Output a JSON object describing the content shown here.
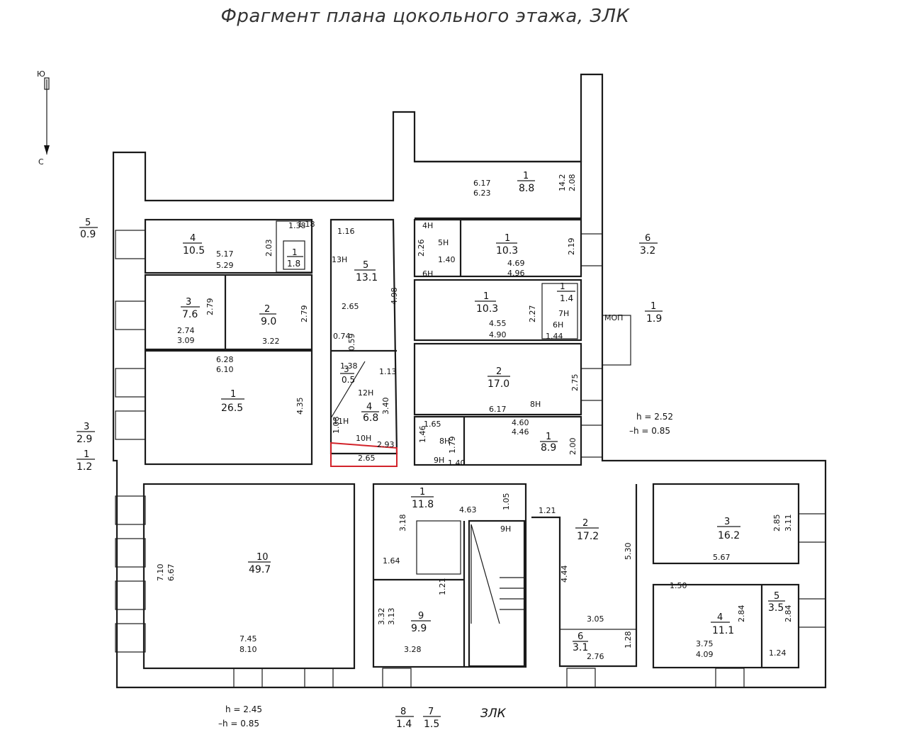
{
  "title": "Фрагмент плана  цокольного этажа, ЗЛК",
  "compass": {
    "top": "Ю",
    "bottom": "С"
  },
  "building_label": "ЗЛК",
  "heights": [
    {
      "h": "h = 2.52",
      "mh": "–h = 0.85"
    },
    {
      "h": "h = 2.45",
      "mh": "–h = 0.85"
    }
  ],
  "rooms": [
    {
      "num": "4",
      "area": "10.5"
    },
    {
      "num": "3",
      "area": "7.6"
    },
    {
      "num": "2",
      "area": "9.0"
    },
    {
      "num": "1",
      "area": "26.5"
    },
    {
      "num": "5",
      "area": "13.1"
    },
    {
      "num": "4",
      "area": "6.8"
    },
    {
      "num": "1",
      "area": "8.8"
    },
    {
      "num": "1",
      "area": "10.3"
    },
    {
      "num": "1",
      "area": "10.3"
    },
    {
      "num": "2",
      "area": "17.0"
    },
    {
      "num": "1",
      "area": "8.9"
    },
    {
      "num": "10",
      "area": "49.7"
    },
    {
      "num": "1",
      "area": "11.8"
    },
    {
      "num": "9",
      "area": "9.9"
    },
    {
      "num": "2",
      "area": "17.2"
    },
    {
      "num": "3",
      "area": "16.2"
    },
    {
      "num": "4",
      "area": "11.1"
    },
    {
      "num": "6",
      "area": "3.1"
    },
    {
      "num": "5",
      "area": "3.5"
    },
    {
      "num": "1",
      "area": "1.8"
    },
    {
      "num": "1",
      "area": "1.4"
    },
    {
      "num": "3",
      "area": "0.5"
    },
    {
      "num": "5",
      "area": "0.9"
    },
    {
      "num": "6",
      "area": "3.2"
    },
    {
      "num": "1",
      "area": "1.9"
    },
    {
      "num": "3",
      "area": "2.9"
    },
    {
      "num": "1",
      "area": "1.2"
    },
    {
      "num": "8",
      "area": "1.4"
    },
    {
      "num": "7",
      "area": "1.5"
    }
  ],
  "dimensions": [
    "5.17",
    "5.29",
    "2.03",
    "1.38",
    "1.18",
    "2.79",
    "2.74",
    "3.09",
    "2.79",
    "3.22",
    "6.28",
    "6.10",
    "4.35",
    "1.16",
    "2.65",
    "4.98",
    "0.74",
    "0.59",
    "1.13",
    "1.38",
    "3.40",
    "2.93",
    "2.65",
    "1.08",
    "6.17",
    "6.23",
    "14.2",
    "2.08",
    "2.26",
    "1.40",
    "4.69",
    "4.96",
    "2.19",
    "4.55",
    "4.90",
    "2.27",
    "1.44",
    "6.17",
    "2.75",
    "1.65",
    "4.60",
    "4.46",
    "2.00",
    "1.46",
    "1.79",
    "1.40",
    "4.63",
    "1.05",
    "1.21",
    "3.18",
    "1.64",
    "1.21",
    "3.32",
    "3.13",
    "3.28",
    "7.10",
    "6.67",
    "7.45",
    "8.10",
    "4.44",
    "5.30",
    "3.05",
    "2.76",
    "1.28",
    "2.85",
    "3.11",
    "5.67",
    "1.50",
    "2.84",
    "3.75",
    "4.09",
    "2.84",
    "1.24"
  ],
  "labels": [
    "13Н",
    "12Н",
    "11Н",
    "10Н",
    "4Н",
    "5Н",
    "6Н",
    "7Н",
    "6Н",
    "8Н",
    "8Н",
    "9Н",
    "9Н",
    "МОП"
  ]
}
